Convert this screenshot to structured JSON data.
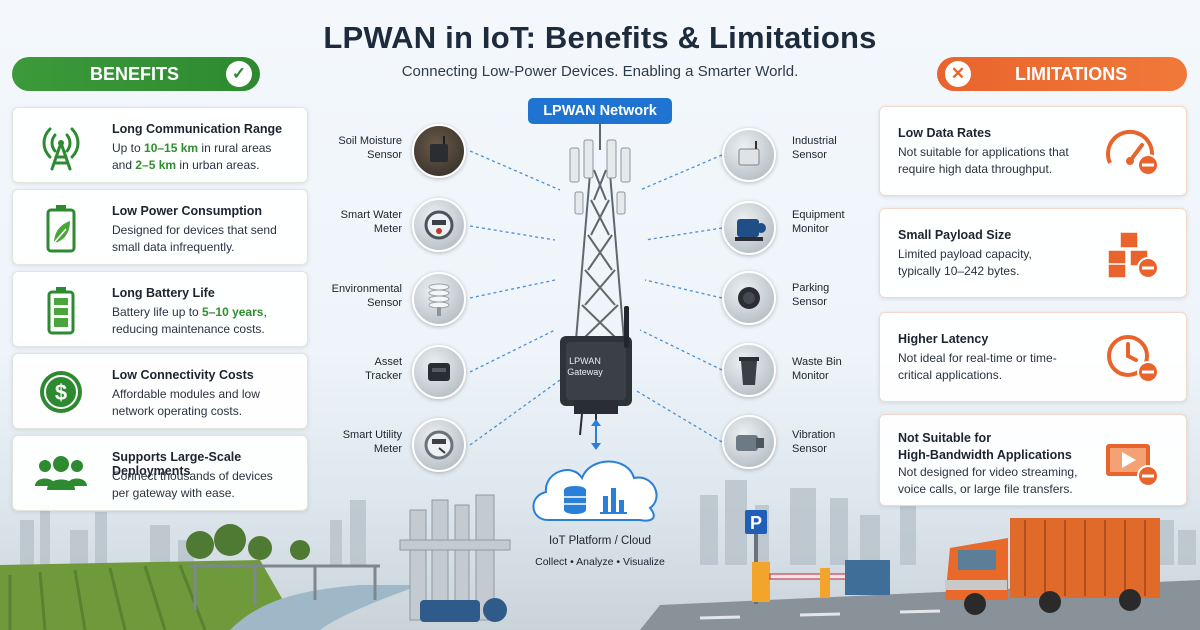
{
  "header": {
    "title": "LPWAN in IoT: Benefits & Limitations",
    "subtitle": "Connecting Low-Power Devices. Enabling a Smarter World."
  },
  "benefits": {
    "label": "BENEFITS",
    "items": [
      {
        "title": "Long Communication Range",
        "icon": "cell-tower-icon",
        "desc_pre": "Up to ",
        "desc_hl1": "10–15 km",
        "desc_mid": " in rural areas",
        "desc_and": "and ",
        "desc_hl2": "2–5 km",
        "desc_post": " in urban areas."
      },
      {
        "title": "Low Power Consumption",
        "icon": "battery-leaf-icon",
        "desc": "Designed for devices that send small data infrequently."
      },
      {
        "title": "Long Battery Life",
        "icon": "full-battery-icon",
        "desc_pre": "Battery life up to ",
        "desc_hl1": "5–10 years",
        "desc_post": ",",
        "desc_line2": "reducing maintenance costs."
      },
      {
        "title": "Low Connectivity Costs",
        "icon": "dollar-coin-icon",
        "desc": "Affordable modules and low network operating costs."
      },
      {
        "title": "Supports Large-Scale Deployments",
        "icon": "people-group-icon",
        "desc": "Connect thousands of devices per gateway with ease."
      }
    ]
  },
  "limitations": {
    "label": "LIMITATIONS",
    "items": [
      {
        "title": "Low Data Rates",
        "icon": "speedometer-minus-icon",
        "desc": "Not suitable for applications that require high data throughput."
      },
      {
        "title": "Small Payload Size",
        "icon": "boxes-minus-icon",
        "desc": "Limited payload capacity, typically 10–242 bytes."
      },
      {
        "title": "Higher Latency",
        "icon": "clock-minus-icon",
        "desc": "Not ideal for real-time or time-critical applications."
      },
      {
        "title_line1": "Not Suitable for",
        "title_line2": "High-Bandwidth Applications",
        "icon": "video-minus-icon",
        "desc": "Not designed for video streaming, voice calls, or large file transfers."
      }
    ]
  },
  "network": {
    "label": "LPWAN Network",
    "gateway_line1": "LPWAN",
    "gateway_line2": "Gateway",
    "cloud_title": "IoT Platform / Cloud",
    "cloud_sub": "Collect • Analyze • Visualize",
    "left_devices": [
      {
        "line1": "Soil Moisture",
        "line2": "Sensor"
      },
      {
        "line1": "Smart Water",
        "line2": "Meter"
      },
      {
        "line1": "Environmental",
        "line2": "Sensor"
      },
      {
        "line1": "Asset",
        "line2": "Tracker"
      },
      {
        "line1": "Smart Utility",
        "line2": "Meter"
      }
    ],
    "right_devices": [
      {
        "line1": "Industrial",
        "line2": "Sensor"
      },
      {
        "line1": "Equipment",
        "line2": "Monitor"
      },
      {
        "line1": "Parking",
        "line2": "Sensor"
      },
      {
        "line1": "Waste Bin",
        "line2": "Monitor"
      },
      {
        "line1": "Vibration",
        "line2": "Sensor"
      }
    ]
  },
  "colors": {
    "benefit_green": "#2e8a30",
    "limit_orange": "#e9642c",
    "network_blue": "#1f74d2"
  }
}
